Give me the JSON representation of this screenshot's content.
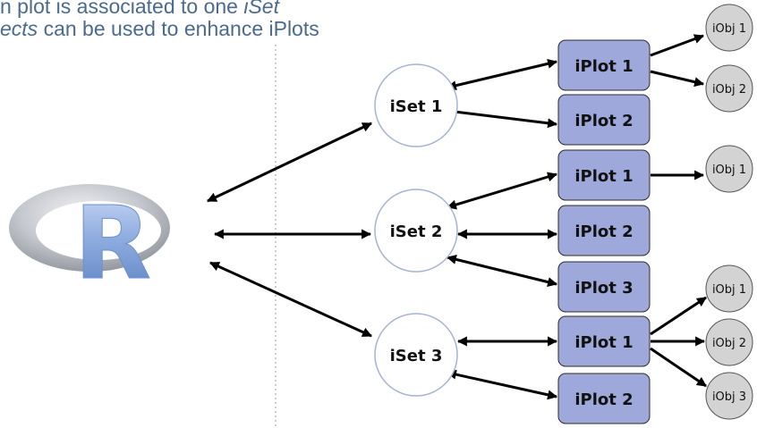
{
  "caption": {
    "line1_pre": "n plot is associated to one ",
    "line1_em": "iSet",
    "line2_em": "ects",
    "line2_post": " can be used to enhance iPlots"
  },
  "logo": {
    "letter": "R"
  },
  "colors": {
    "caption_text": "#4a6a8e",
    "plot_fill": "#9ea8da",
    "plot_stroke": "#2c2c2c",
    "set_fill": "#ffffff",
    "set_stroke": "#a4b2d4",
    "obj_fill": "#d3d3d3",
    "obj_stroke": "#555555",
    "arrow": "#000000",
    "divider": "#9a9a9a"
  },
  "nodes": {
    "sets": [
      {
        "id": "s1",
        "label": "iSet 1"
      },
      {
        "id": "s2",
        "label": "iSet 2"
      },
      {
        "id": "s3",
        "label": "iSet 3"
      }
    ],
    "plots": [
      {
        "id": "p1",
        "label": "iPlot 1"
      },
      {
        "id": "p2",
        "label": "iPlot 2"
      },
      {
        "id": "p3",
        "label": "iPlot 1"
      },
      {
        "id": "p4",
        "label": "iPlot 2"
      },
      {
        "id": "p5",
        "label": "iPlot 3"
      },
      {
        "id": "p6",
        "label": "iPlot 1"
      },
      {
        "id": "p7",
        "label": "iPlot 2"
      }
    ],
    "objects": [
      {
        "id": "o1",
        "label": "iObj 1"
      },
      {
        "id": "o2",
        "label": "iObj 2"
      },
      {
        "id": "o3",
        "label": "iObj 1"
      },
      {
        "id": "o4",
        "label": "iObj 1"
      },
      {
        "id": "o5",
        "label": "iObj 2"
      },
      {
        "id": "o6",
        "label": "iObj 3"
      }
    ]
  },
  "edges": [
    {
      "from": "R",
      "to": "s1",
      "type": "both"
    },
    {
      "from": "R",
      "to": "s2",
      "type": "both"
    },
    {
      "from": "R",
      "to": "s3",
      "type": "both"
    },
    {
      "from": "s1",
      "to": "p1",
      "type": "both"
    },
    {
      "from": "s1",
      "to": "p2",
      "type": "both"
    },
    {
      "from": "s2",
      "to": "p3",
      "type": "both"
    },
    {
      "from": "s2",
      "to": "p4",
      "type": "both"
    },
    {
      "from": "s2",
      "to": "p5",
      "type": "both"
    },
    {
      "from": "s3",
      "to": "p6",
      "type": "both"
    },
    {
      "from": "s3",
      "to": "p7",
      "type": "both"
    },
    {
      "from": "p1",
      "to": "o1",
      "type": "forward"
    },
    {
      "from": "p1",
      "to": "o2",
      "type": "forward"
    },
    {
      "from": "p3",
      "to": "o3",
      "type": "forward"
    },
    {
      "from": "p6",
      "to": "o4",
      "type": "forward"
    },
    {
      "from": "p6",
      "to": "o5",
      "type": "forward"
    },
    {
      "from": "p6",
      "to": "o6",
      "type": "forward"
    }
  ]
}
